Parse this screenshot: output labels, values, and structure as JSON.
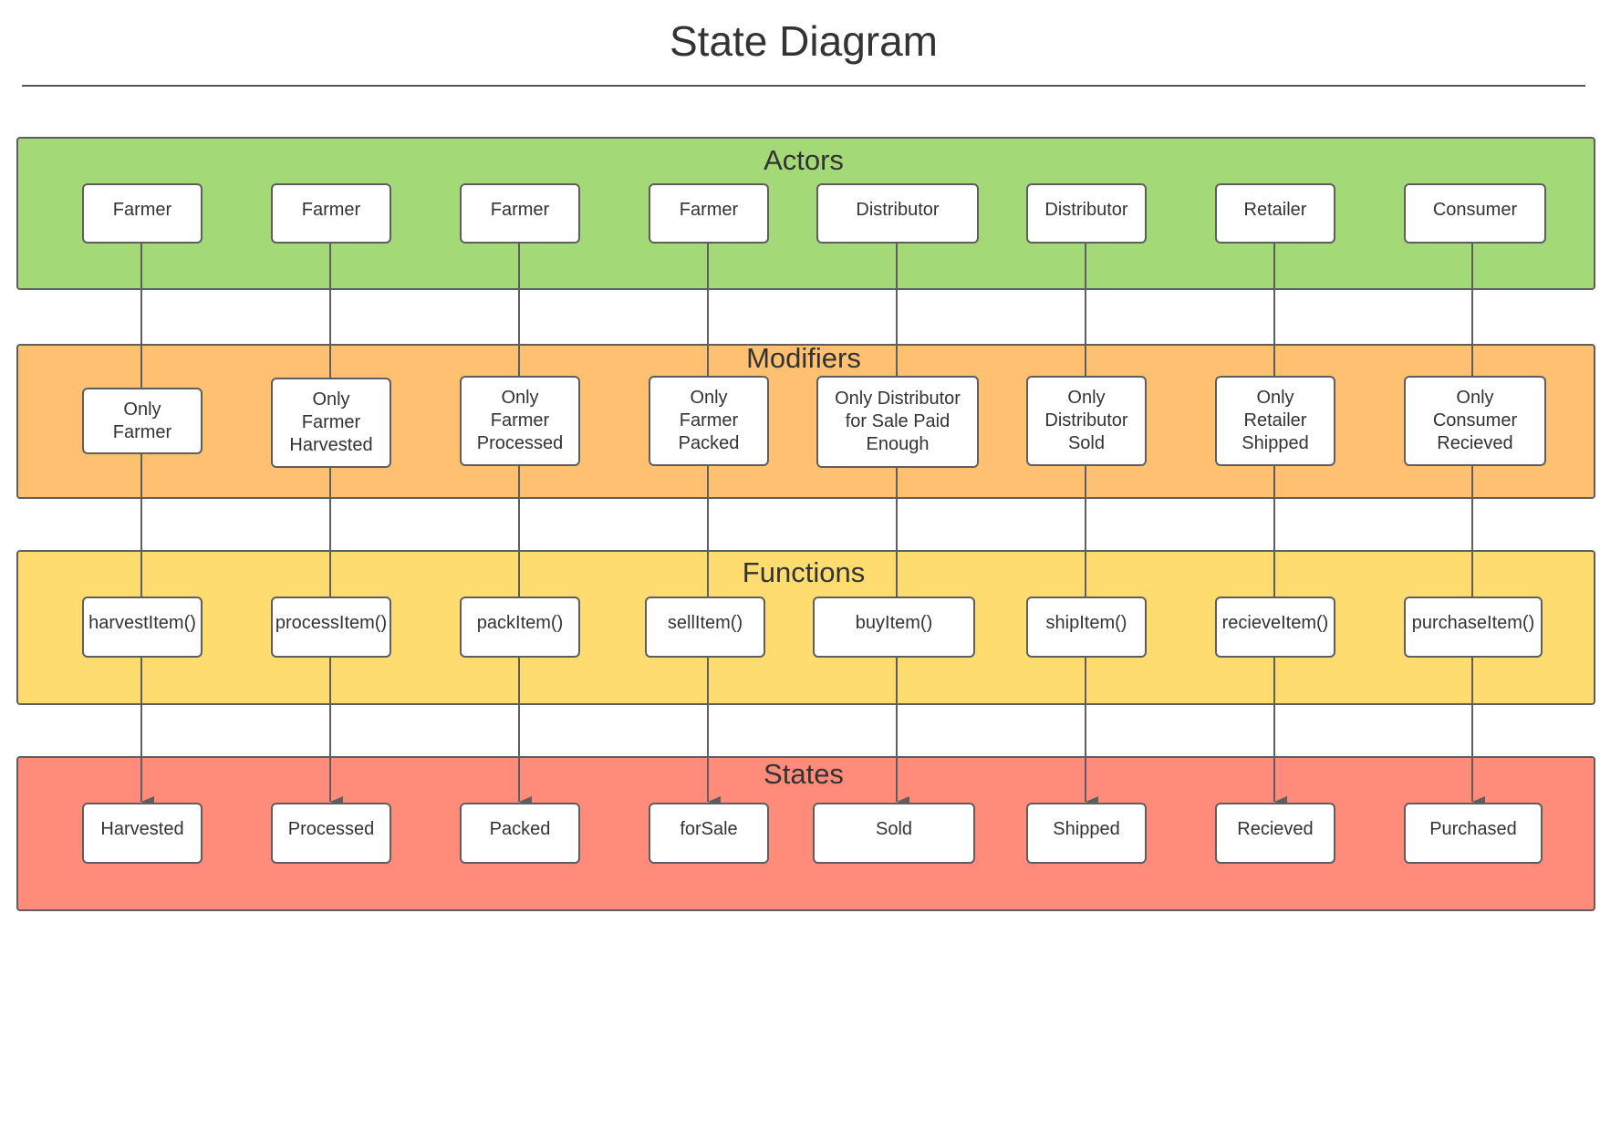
{
  "title": "State Diagram",
  "colors": {
    "actors": "#a4d977",
    "modifiers": "#ffc072",
    "functions": "#ffdc70",
    "states": "#ff8b7b",
    "border": "#5e5e5e",
    "line": "#5e5e5e"
  },
  "bands": [
    {
      "key": "actors",
      "title": "Actors",
      "nodes": [
        "Farmer",
        "Farmer",
        "Farmer",
        "Farmer",
        "Distributor",
        "Distributor",
        "Retailer",
        "Consumer"
      ]
    },
    {
      "key": "modifiers",
      "title": "Modifiers",
      "nodes": [
        "Only\nFarmer",
        "Only\nFarmer\nHarvested",
        "Only\nFarmer\nProcessed",
        "Only\nFarmer\nPacked",
        "Only Distributor\nfor Sale Paid\nEnough",
        "Only\nDistributor\nSold",
        "Only\nRetailer\nShipped",
        "Only\nConsumer\nRecieved"
      ]
    },
    {
      "key": "functions",
      "title": "Functions",
      "nodes": [
        "harvestItem()",
        "processItem()",
        "packItem()",
        "sellItem()",
        "buyItem()",
        "shipItem()",
        "recieveItem()",
        "purchaseItem()"
      ]
    },
    {
      "key": "states",
      "title": "States",
      "nodes": [
        "Harvested",
        "Processed",
        "Packed",
        "forSale",
        "Sold",
        "Shipped",
        "Recieved",
        "Purchased"
      ]
    }
  ]
}
